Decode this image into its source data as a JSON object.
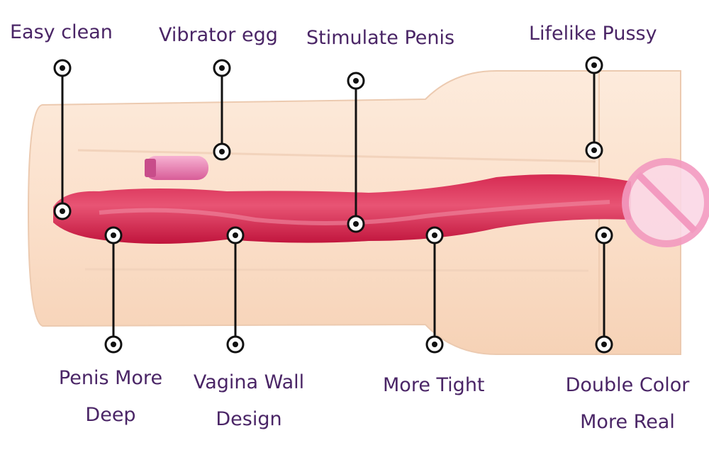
{
  "colors": {
    "label_text": "#4a2566",
    "marker": "#111111",
    "body_light": "#fbe3cf",
    "body_mid": "#f3cdb0",
    "canal_dark": "#c8153f",
    "canal_light": "#e86a8a",
    "egg": "#e77fb0",
    "prohibition": "#f39ac0"
  },
  "labels": {
    "easy_clean": "Easy clean",
    "vibrator_egg": "Vibrator egg",
    "stimulate_penis": "Stimulate Penis",
    "lifelike_pussy": "Lifelike Pussy",
    "penis_more_deep": [
      "Penis More",
      "Deep"
    ],
    "vagina_wall_design": [
      "Vagina Wall",
      "Design"
    ],
    "more_tight": "More Tight",
    "double_color": [
      "Double Color",
      "More Real"
    ]
  }
}
